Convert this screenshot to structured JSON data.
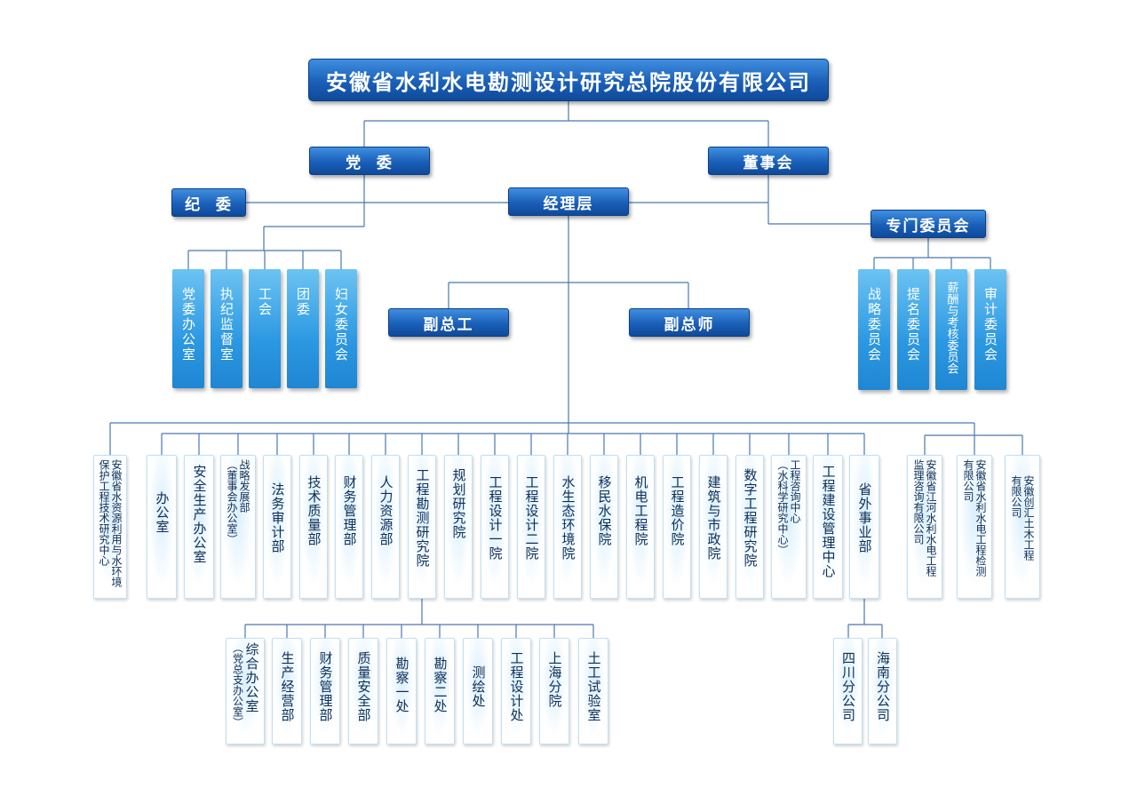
{
  "title": "安徽省水利水电勘测设计研究总院股份有限公司",
  "level1": {
    "party": "党  委",
    "board": "董事会",
    "discipline": "纪  委",
    "management": "经理层",
    "special_committee": "专门委员会"
  },
  "party_units": [
    "党委办公室",
    "执纪监督室",
    "工会",
    "团委",
    "妇女委员会"
  ],
  "committees": [
    "战略委员会",
    "提名委员会",
    "薪酬与考核委员会",
    "审计委员会"
  ],
  "deputies": {
    "chief_engineer": "副总工",
    "chief_designer": "副总师"
  },
  "departments": [
    [
      "保护工程技术研究中心",
      "安徽省水资源利用与水环境"
    ],
    [
      "办公室"
    ],
    [
      "安全生产办公室"
    ],
    [
      "（董事会办公室）",
      "战略发展部"
    ],
    [
      "法务审计部"
    ],
    [
      "技术质量部"
    ],
    [
      "财务管理部"
    ],
    [
      "人力资源部"
    ],
    [
      "工程勘测研究院"
    ],
    [
      "规划研究院"
    ],
    [
      "工程设计一院"
    ],
    [
      "工程设计二院"
    ],
    [
      "水生态环境院"
    ],
    [
      "移民水保院"
    ],
    [
      "机电工程院"
    ],
    [
      "工程造价院"
    ],
    [
      "建筑与市政院"
    ],
    [
      "数字工程研究院"
    ],
    [
      "（水科学研究中心）",
      "工程咨询中心"
    ],
    [
      "工程建设管理中心"
    ],
    [
      "省外事业部"
    ]
  ],
  "subsidiaries": [
    [
      "监理咨询有限公司",
      "安徽省江河水利水电工程"
    ],
    [
      "有限公司",
      "安徽省水利水电工程检测"
    ],
    [
      "有限公司",
      "安徽创汇土木工程"
    ]
  ],
  "survey_units": [
    [
      "（党总支办公室）",
      "综合办公室"
    ],
    [
      "生产经营部"
    ],
    [
      "财务管理部"
    ],
    [
      "质量安全部"
    ],
    [
      "勘察一处"
    ],
    [
      "勘察二处"
    ],
    [
      "测绘处"
    ],
    [
      "工程设计处"
    ],
    [
      "上海分院"
    ],
    [
      "土工试验室"
    ]
  ],
  "branches": [
    "四川分公司",
    "海南分公司"
  ],
  "colors": {
    "header_top": "#3f8fe0",
    "header_bottom": "#0f4a9a",
    "unit_blue": "#2c98e2",
    "light_box": "#d9effc",
    "line": "#4a78b0"
  }
}
